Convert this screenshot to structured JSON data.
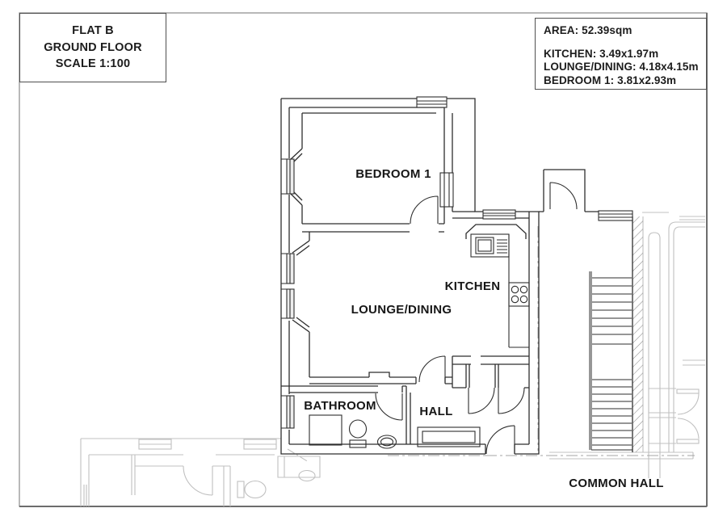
{
  "title_block": {
    "line1": "FLAT B",
    "line2": "GROUND FLOOR",
    "line3": "SCALE 1:100"
  },
  "info_block": {
    "area": "AREA: 52.39sqm",
    "kitchen_dim": "KITCHEN: 3.49x1.97m",
    "lounge_dim": "LOUNGE/DINING: 4.18x4.15m",
    "bedroom_dim": "BEDROOM 1: 3.81x2.93m"
  },
  "rooms": {
    "bedroom": "BEDROOM 1",
    "kitchen": "KITCHEN",
    "lounge": "LOUNGE/DINING",
    "bathroom": "BATHROOM",
    "hall": "HALL",
    "common_hall": "COMMON HALL"
  },
  "colors": {
    "plan_line": "#2e2e2e",
    "background_line": "#c0c0c0",
    "border": "#8a8a8a"
  }
}
